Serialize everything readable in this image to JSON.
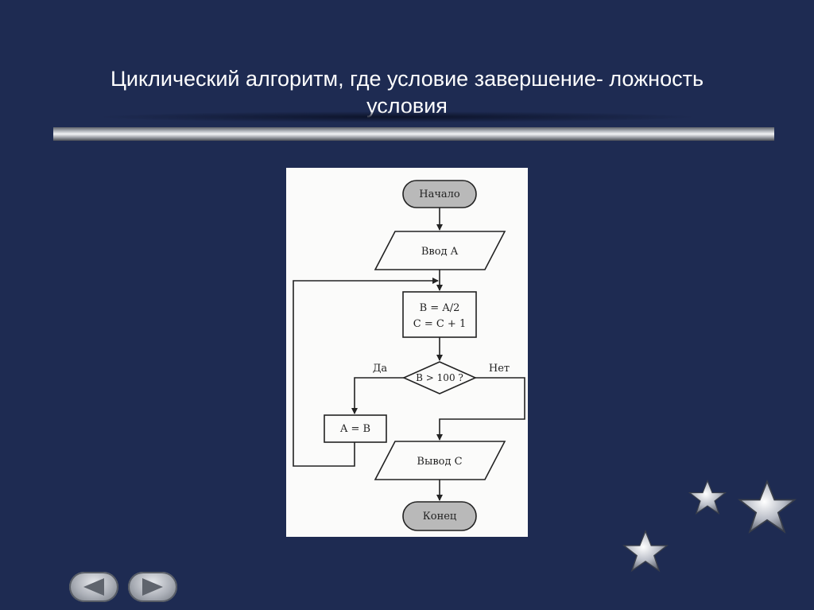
{
  "slide": {
    "title_line1": "Циклический алгоритм, где условие завершение- ложность",
    "title_line2": "условия"
  },
  "flowchart": {
    "start": "Начало",
    "input": "Ввод A",
    "process_line1": "B = A/2",
    "process_line2": "C = C + 1",
    "condition": "B > 100 ?",
    "yes_label": "Да",
    "no_label": "Нет",
    "assign": "A = B",
    "output": "Вывод C",
    "end": "Конец"
  },
  "navigation": {
    "prev_icon": "arrow-left-icon",
    "next_icon": "arrow-right-icon"
  },
  "colors": {
    "background": "#1e2b52",
    "terminal_fill": "#b9b9b9"
  }
}
